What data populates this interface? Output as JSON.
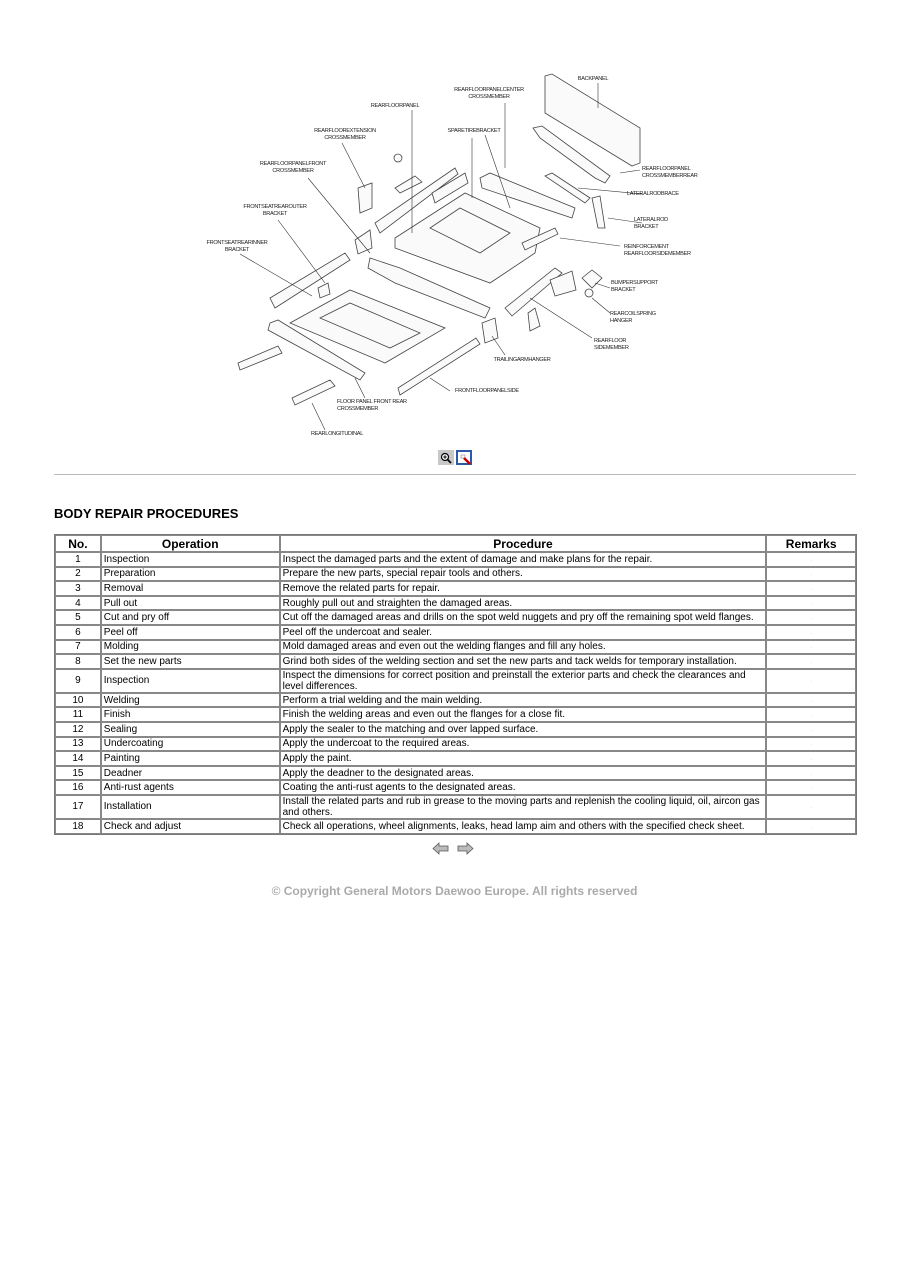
{
  "diagram": {
    "labels": [
      [
        "BACKPANEL"
      ],
      [
        "REARFLOORPANELCENTER",
        "CROSSMEMBER"
      ],
      [
        "REARFLOORPANEL"
      ],
      [
        "SPARETIREBRACKET"
      ],
      [
        "REARFLOOREXTENSION",
        "CROSSMEMBER"
      ],
      [
        "REARFLOORPANELFRONT",
        "CROSSMEMBER"
      ],
      [
        "REARFLOORPANEL",
        "CROSSMEMBERREAR"
      ],
      [
        "LATERALRODBRACE"
      ],
      [
        "FRONTSEATREAROUTER",
        "BRACKET"
      ],
      [
        "LATERALROD",
        "BRACKET"
      ],
      [
        "FRONTSEATREARINNER",
        "BRACKET"
      ],
      [
        "REINFORCEMENT",
        "REARFLOORSIDEMEMBER"
      ],
      [
        "BUMPERSUPPORT",
        "BRACKET"
      ],
      [
        "REARCOILSPRING",
        "HANGER"
      ],
      [
        "REARFLOOR",
        "SIDEMEMBER"
      ],
      [
        "TRAILINGARMHANGER"
      ],
      [
        "FRONTFLOORPANELSIDE"
      ],
      [
        "FLOOR PANEL FRONT REAR",
        "CROSSMEMBER"
      ],
      [
        "REARLONGITUDINAL"
      ]
    ],
    "icons": [
      "zoom-in-icon",
      "view-image-icon"
    ]
  },
  "section_title": "BODY REPAIR PROCEDURES",
  "table": {
    "headers": [
      "No.",
      "Operation",
      "Procedure",
      "Remarks"
    ],
    "rows": [
      [
        "1",
        "Inspection",
        "Inspect the damaged parts and the extent of damage and make plans for the repair.",
        "."
      ],
      [
        "2",
        "Preparation",
        "Prepare the new parts, special repair tools and others.",
        "."
      ],
      [
        "3",
        "Removal",
        "Remove the related parts for repair.",
        "."
      ],
      [
        "4",
        "Pull out",
        "Roughly pull out and straighten the damaged areas.",
        "."
      ],
      [
        "5",
        "Cut and pry off",
        "Cut off the damaged areas and drills on the spot weld nuggets and pry off the remaining spot weld flanges.",
        "."
      ],
      [
        "6",
        "Peel off",
        "Peel off the undercoat and sealer.",
        "."
      ],
      [
        "7",
        "Molding",
        "Mold damaged areas and even out the welding flanges and fill any holes.",
        "."
      ],
      [
        "8",
        "Set the new parts",
        "Grind both sides of the welding section and set the new parts and tack welds for temporary installation.",
        "."
      ],
      [
        "9",
        "Inspection",
        "Inspect the dimensions for correct position and preinstall the exterior parts and check the clearances and level differences.",
        "."
      ],
      [
        "10",
        "Welding",
        "Perform a trial welding and the main welding.",
        "."
      ],
      [
        "11",
        "Finish",
        "Finish the welding areas and even out the flanges for a close fit.",
        "."
      ],
      [
        "12",
        "Sealing",
        "Apply the sealer to the matching and over lapped surface.",
        "."
      ],
      [
        "13",
        "Undercoating",
        "Apply the undercoat to the required areas.",
        "."
      ],
      [
        "14",
        "Painting",
        "Apply the paint.",
        "."
      ],
      [
        "15",
        "Deadner",
        "Apply the deadner to the designated areas.",
        "."
      ],
      [
        "16",
        "Anti-rust agents",
        "Coating the anti-rust agents to the designated areas.",
        "."
      ],
      [
        "17",
        "Installation",
        "Install the related parts and rub in grease to the moving parts and replenish the cooling liquid, oil, aircon gas and others.",
        "."
      ],
      [
        "18",
        "Check and adjust",
        "Check all operations, wheel alignments, leaks, head lamp aim and others with the specified check sheet.",
        "."
      ]
    ]
  },
  "nav": {
    "prev_icon": "arrow-left-icon",
    "next_icon": "arrow-right-icon"
  },
  "copyright": "© Copyright General Motors Daewoo Europe. All rights reserved",
  "colors": {
    "copyright": "#aaaaaa",
    "table_border": "#888888"
  }
}
